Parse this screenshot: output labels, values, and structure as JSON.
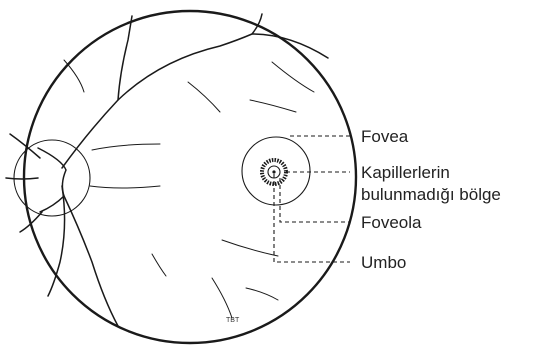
{
  "labels": {
    "fovea": "Fovea",
    "capillary_free_line1": "Kapillerlerin",
    "capillary_free_line2": "bulunmadığı bölge",
    "foveola": "Foveola",
    "umbo": "Umbo"
  },
  "signature": "TBT"
}
